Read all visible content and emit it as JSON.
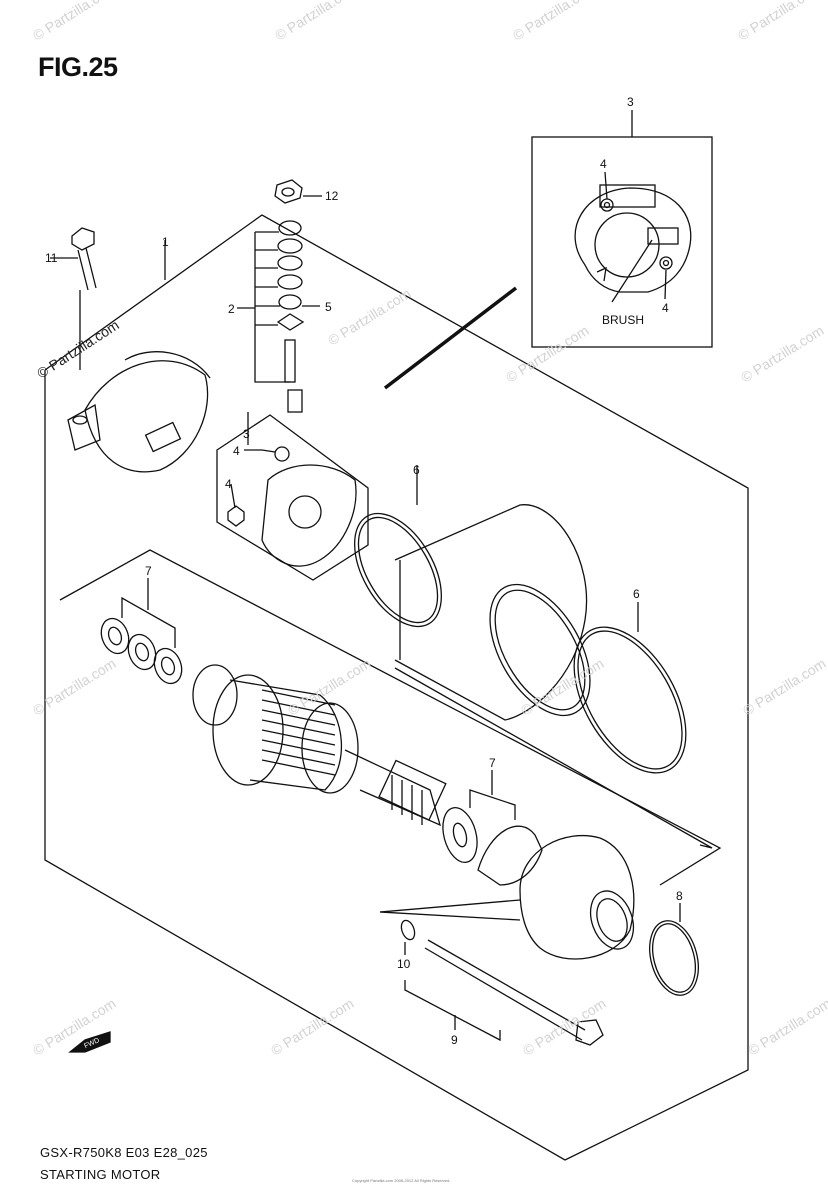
{
  "figure": {
    "title": "FIG.25",
    "code": "GSX-R750K8 E03 E28_025",
    "name": "STARTING MOTOR",
    "copyright": "Copyright\nPartzilla.com 2008-2012 All Rights Reserved."
  },
  "watermark": {
    "main": "© Partzilla.com",
    "small": "© Partzilla.com"
  },
  "callouts": {
    "c1": "1",
    "c2": "2",
    "c3a": "3",
    "c3b": "3",
    "c4a": "4",
    "c4b": "4",
    "c4c": "4",
    "c4d": "4",
    "c5": "5",
    "c6a": "6",
    "c6b": "6",
    "c7a": "7",
    "c7b": "7",
    "c8": "8",
    "c9": "9",
    "c10": "10",
    "c11": "11",
    "c12": "12"
  },
  "labels": {
    "brush": "BRUSH",
    "fwd": "FWD"
  }
}
